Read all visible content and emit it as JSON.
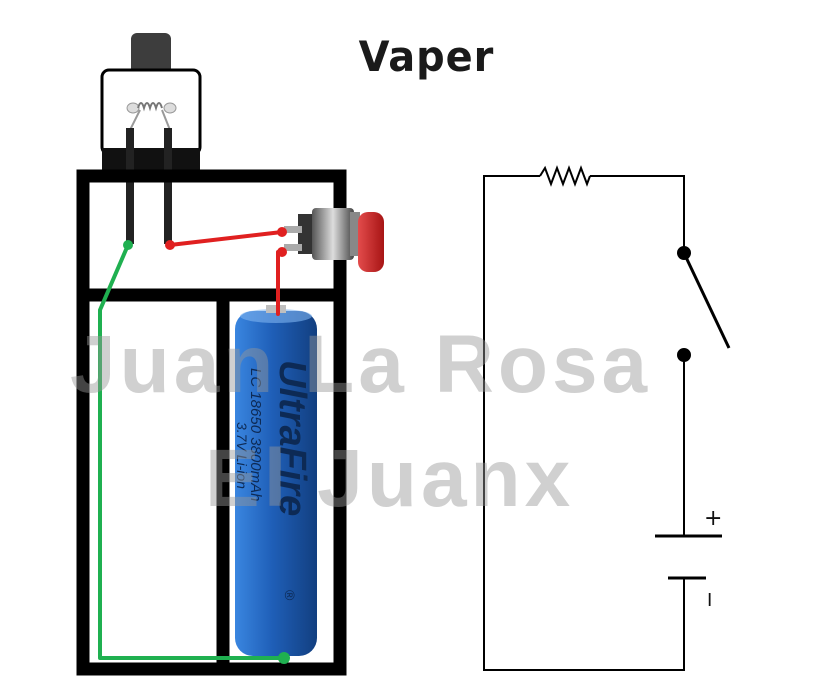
{
  "title": "Vaper",
  "watermark": {
    "line1": "Juan La Rosa",
    "line2": "El Juanx"
  },
  "battery": {
    "brand": "UltraFire",
    "model": "LC 18650 3800mAh",
    "voltage": "3.7V Li-ion",
    "registered": "®",
    "color": "#1f5fb8"
  },
  "schematic": {
    "positive": "+",
    "negative": "I"
  },
  "colors": {
    "wire_positive": "#e02020",
    "wire_negative": "#1fb050",
    "frame": "#000000",
    "button": "#c82424"
  }
}
